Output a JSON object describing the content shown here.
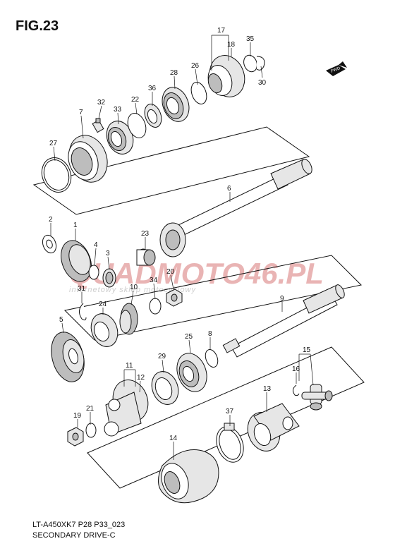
{
  "figure": {
    "title": "FIG.23",
    "model_code": "LT-A450XK7 P28 P33_023",
    "name": "SECONDARY DRIVE-C"
  },
  "fwd_label": "FWD",
  "watermark": {
    "brand_part1": "QUAD",
    "brand_part2": "MOTO46",
    "brand_suffix": ".PL",
    "tagline": "internetowy sklep motocyklowy"
  },
  "callouts": [
    "17",
    "18",
    "35",
    "30",
    "26",
    "36",
    "28",
    "22",
    "33",
    "32",
    "7",
    "27",
    "6",
    "23",
    "2",
    "1",
    "4",
    "3",
    "20",
    "34",
    "31",
    "10",
    "24",
    "9",
    "5",
    "25",
    "8",
    "29",
    "11",
    "12",
    "15",
    "16",
    "13",
    "19",
    "21",
    "37",
    "14"
  ]
}
